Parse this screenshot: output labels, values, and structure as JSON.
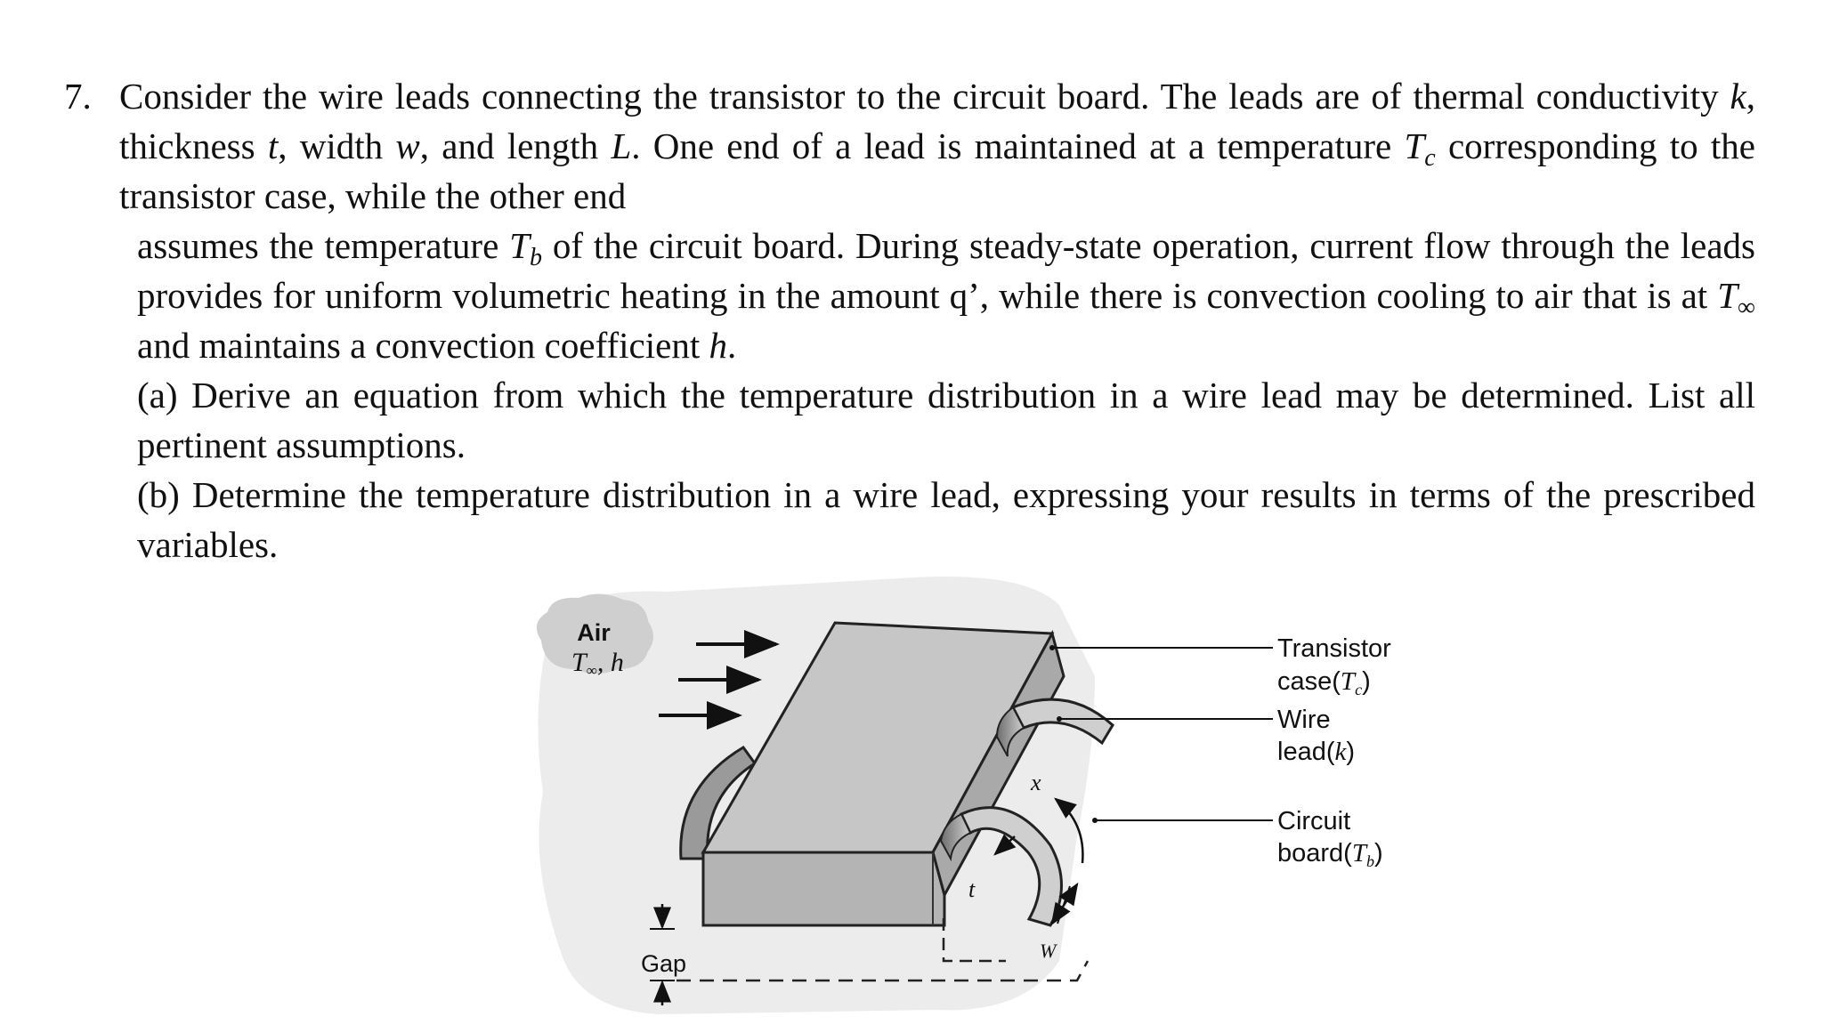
{
  "problem": {
    "number": "7.",
    "intro": {
      "t1": "Consider the wire leads connecting the transistor to the circuit board. The leads are of thermal conductivity ",
      "k": "k",
      "t2": ", thickness ",
      "t": "t",
      "t3": ", width ",
      "w": "w",
      "t4": ", and length ",
      "L": "L",
      "t5": ". One end of a lead is maintained at a temperature ",
      "Tc_T": "T",
      "Tc_sub": "c",
      "t6": " corresponding to the transistor case, while the other end"
    },
    "continuation": {
      "t1": "assumes the temperature ",
      "Tb_T": "T",
      "Tb_sub": "b",
      "t2": " of the circuit board. During steady-state operation, current flow through the leads provides for uniform volumetric heating in the amount q’, while there is convection cooling to air that is at ",
      "Tinf_T": "T",
      "Tinf_sub": "∞",
      "t3": " and maintains a convection coefficient ",
      "h": "h",
      "t4": "."
    },
    "part_a": "(a) Derive an equation from which the temperature distribution in a wire lead may be determined. List all pertinent assumptions.",
    "part_b": "(b) Determine the temperature distribution in a wire lead, expressing your results in terms of the prescribed variables."
  },
  "figure": {
    "air_label": "Air",
    "air_T": "T",
    "air_T_sub": "∞",
    "air_h": ", h",
    "transistor_line1": "Transistor",
    "transistor_line2_pre": "case(",
    "transistor_T": "T",
    "transistor_T_sub": "c",
    "transistor_line2_post": ")",
    "wire_line1": "Wire",
    "wire_line2_pre": "lead(",
    "wire_k": "k",
    "wire_line2_post": ")",
    "board_line1": "Circuit",
    "board_line2_pre": "board(",
    "board_T": "T",
    "board_T_sub": "b",
    "board_line2_post": ")",
    "x_label": "x",
    "t_label": "t",
    "w_label": "W",
    "gap_label": "Gap"
  }
}
